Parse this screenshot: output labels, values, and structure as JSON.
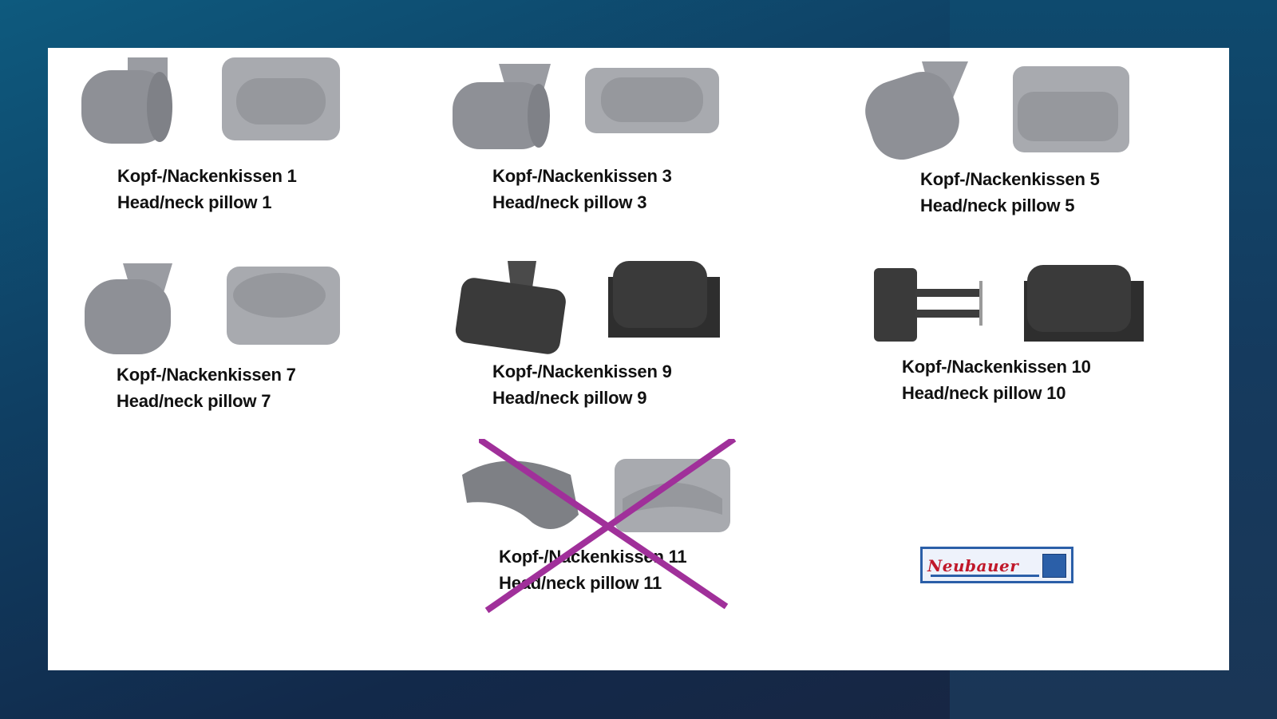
{
  "items": [
    {
      "de": "Kopf-/Nackenkissen 1",
      "en": "Head/neck pillow 1"
    },
    {
      "de": "Kopf-/Nackenkissen 3",
      "en": "Head/neck pillow 3"
    },
    {
      "de": "Kopf-/Nackenkissen 5",
      "en": "Head/neck pillow 5"
    },
    {
      "de": "Kopf-/Nackenkissen 7",
      "en": "Head/neck pillow 7"
    },
    {
      "de": "Kopf-/Nackenkissen 9",
      "en": "Head/neck pillow 9"
    },
    {
      "de": "Kopf-/Nackenkissen 10",
      "en": "Head/neck pillow 10"
    },
    {
      "de": "Kopf-/Nackenkissen 11",
      "en": "Head/neck pillow 11"
    }
  ],
  "logo": {
    "brand": "Neubauer"
  },
  "colors": {
    "cross": "#a0309a",
    "fabric": "#8e9096",
    "leather": "#3a3a3a",
    "accent": "#2b5fa8"
  }
}
